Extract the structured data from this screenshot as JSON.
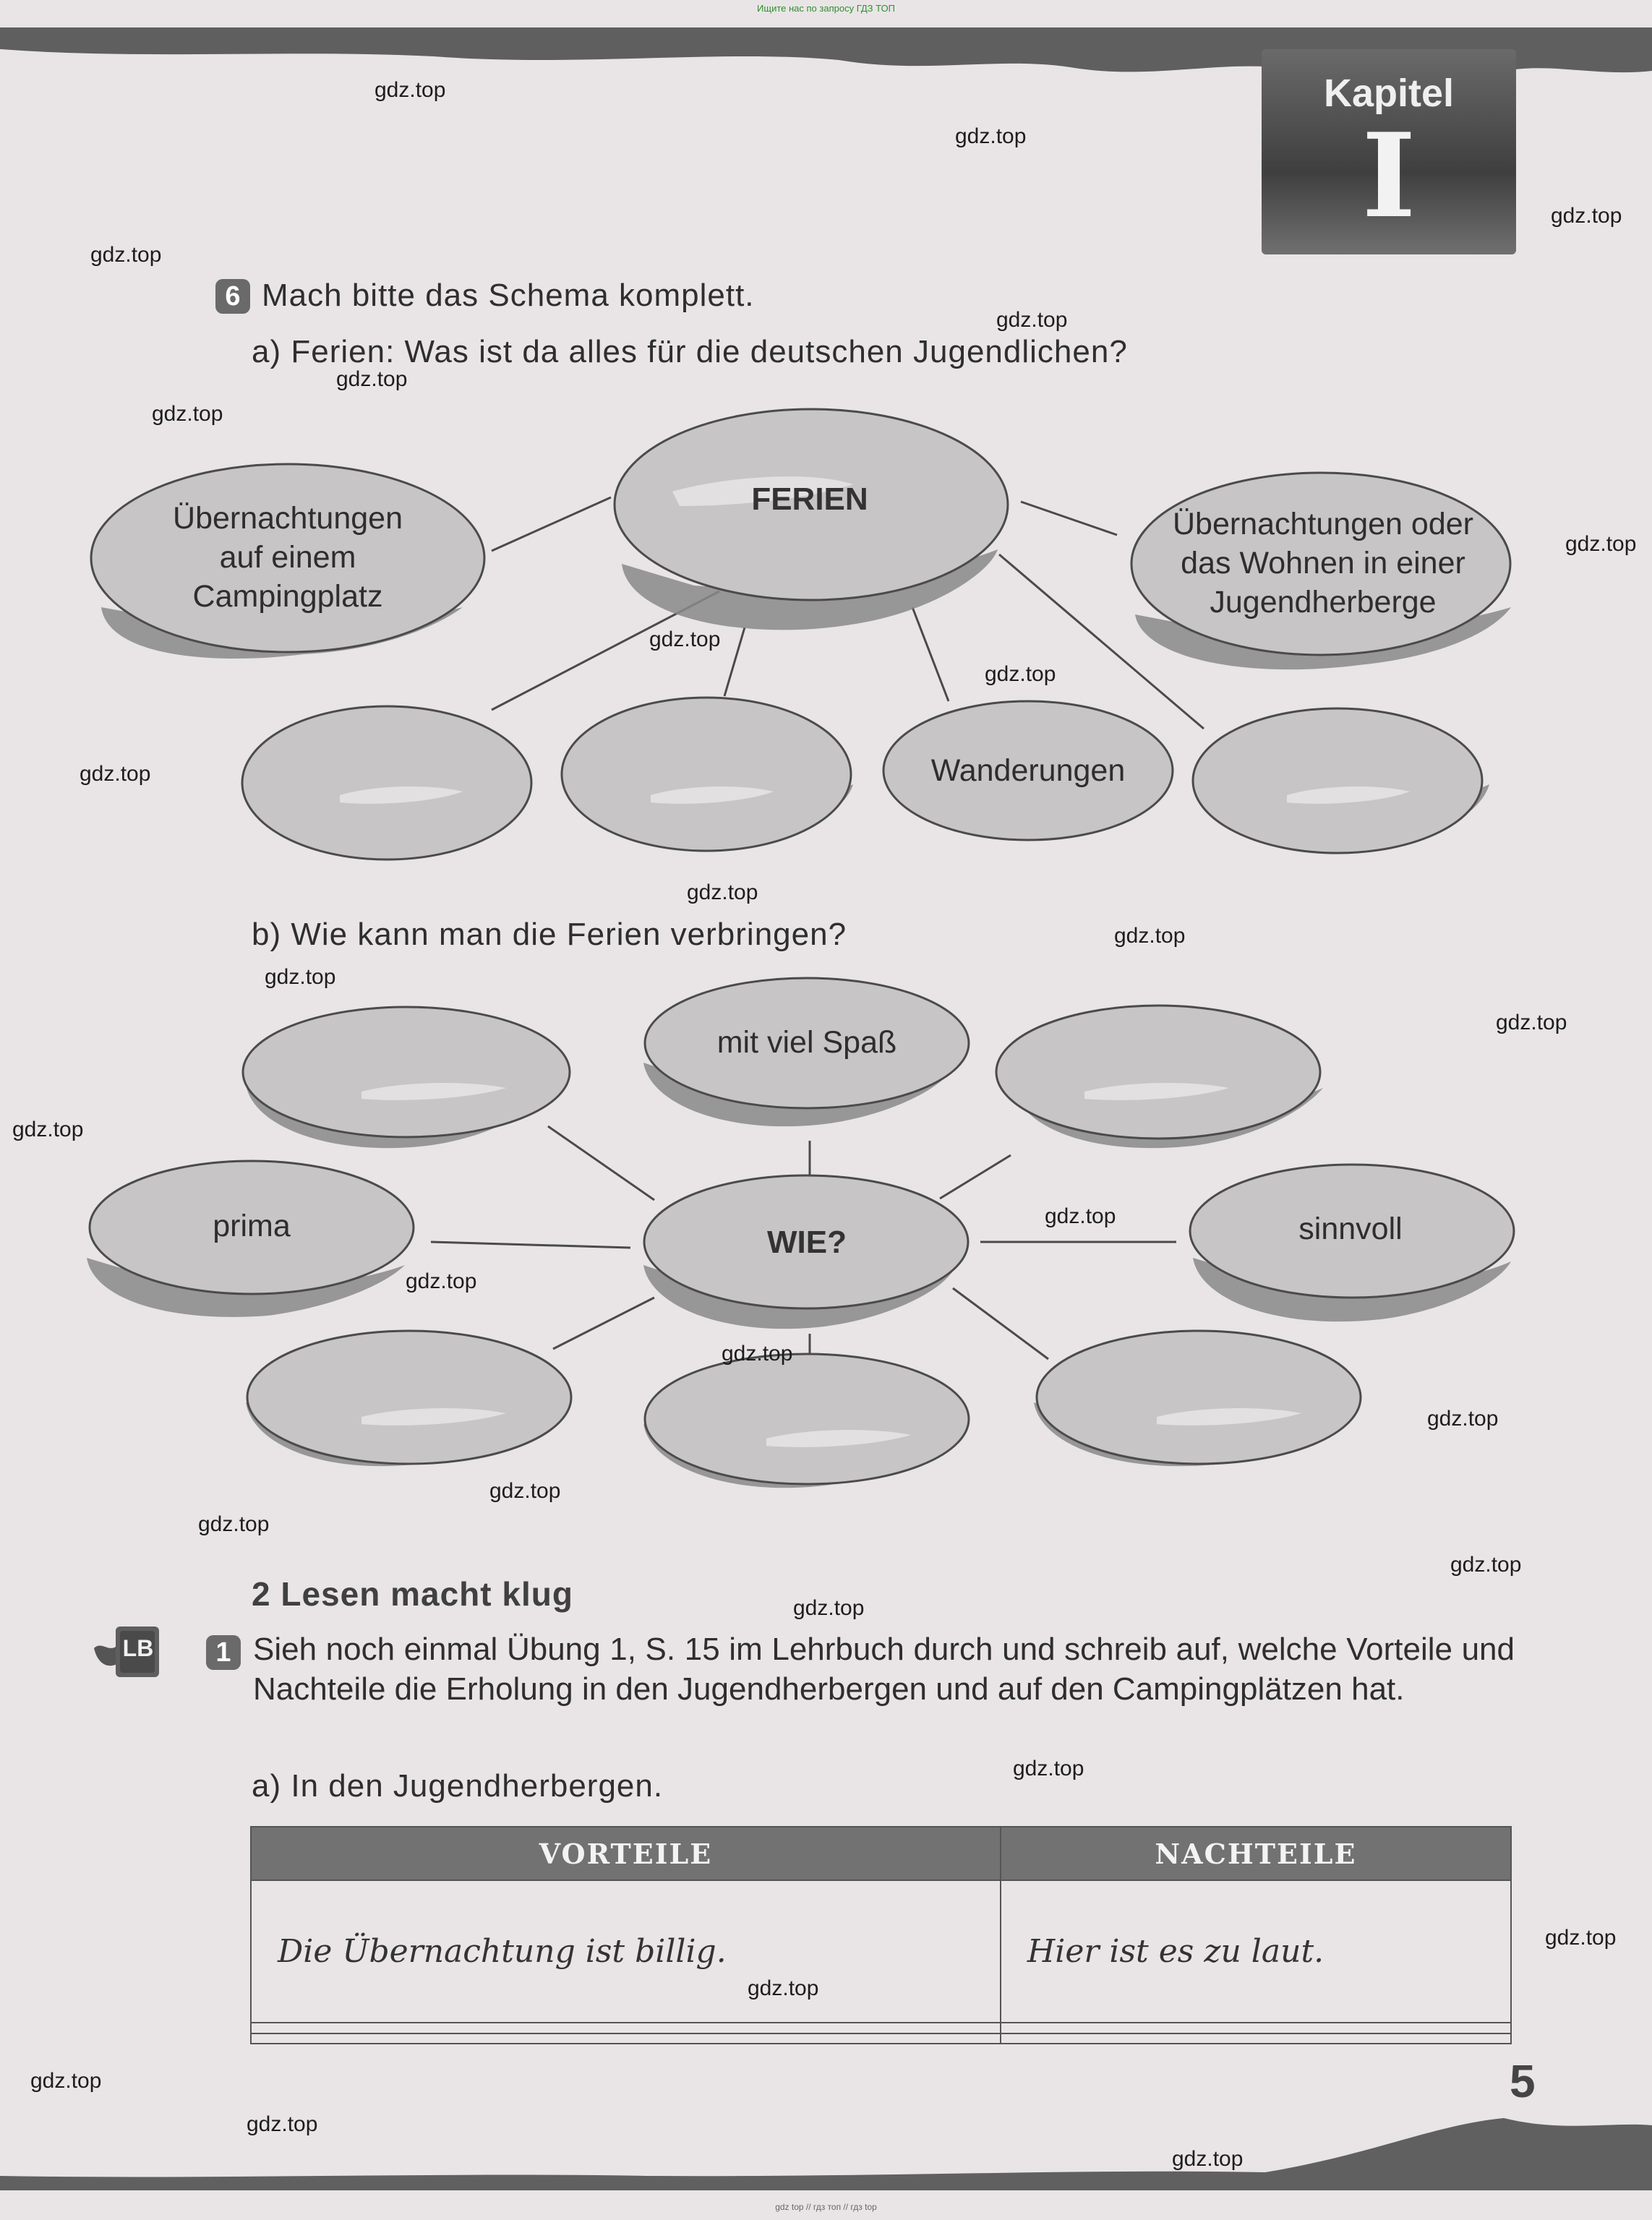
{
  "header": {
    "top_note": "Ищите нас по запросу ГДЗ ТОП"
  },
  "chapter": {
    "label": "Kapitel",
    "number": "I"
  },
  "watermark": "gdz.top",
  "task6": {
    "number": "6",
    "title": "Mach bitte das Schema komplett.",
    "a_prompt": "a) Ferien: Was ist da alles für die deutschen Jugendlichen?",
    "center": "FERIEN",
    "left": "Übernachtungen\nauf einem\nCampingplatz",
    "right": "Übernachtungen oder\ndas Wohnen in einer\nJugendherberge",
    "bottom_filled": "Wanderungen",
    "b_prompt": "b) Wie kann man die Ferien verbringen?",
    "wie_center": "WIE?",
    "wie_top": "mit viel Spaß",
    "wie_left": "prima",
    "wie_right": "sinnvoll"
  },
  "section2": {
    "title": "2 Lesen macht klug",
    "lb_badge": "LB",
    "task_number": "1",
    "text": "Sieh noch einmal Übung 1, S. 15 im Lehrbuch durch und schreib auf, welche Vorteile und Nachteile die Erholung in den Jugendherbergen und auf den Campingplätzen hat.",
    "a_prompt": "a) In den Jugendherbergen.",
    "table": {
      "headers": [
        "VORTEILE",
        "NACHTEILE"
      ],
      "rows": [
        [
          "Die Übernachtung ist billig.",
          "Hier ist es zu laut."
        ],
        [
          "",
          ""
        ],
        [
          "",
          ""
        ]
      ]
    }
  },
  "page_number": "5",
  "footer": {
    "bottom_note": "gdz top  //  гдз топ  //  гдз top"
  }
}
